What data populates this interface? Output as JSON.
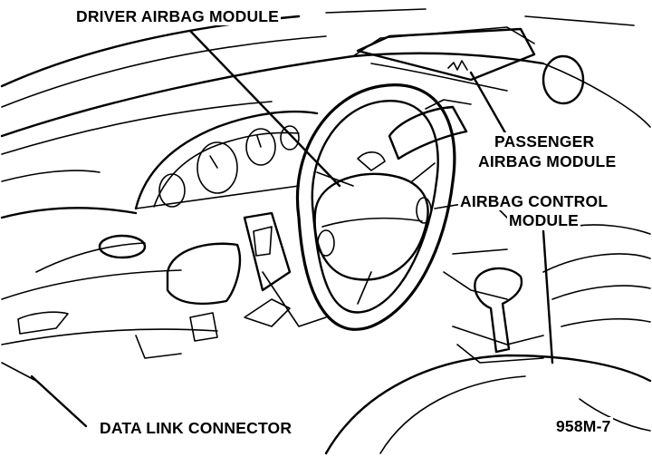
{
  "callouts": {
    "driver_airbag": "DRIVER AIRBAG MODULE",
    "passenger_airbag_line1": "PASSENGER",
    "passenger_airbag_line2": "AIRBAG MODULE",
    "control_module_line1": "AIRBAG CONTROL",
    "control_module_line2": "MODULE",
    "data_link": "DATA LINK CONNECTOR"
  },
  "figure_code": "958M-7",
  "colors": {
    "ink": "#000000",
    "paper": "#ffffff",
    "shade": "#9a9a9a"
  }
}
